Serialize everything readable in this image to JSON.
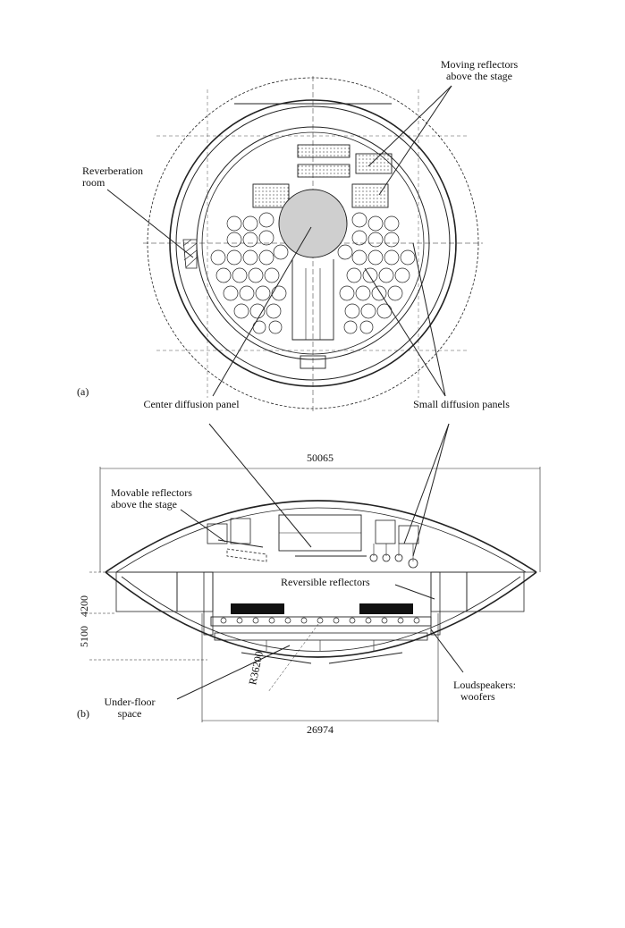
{
  "plan": {
    "part_label": "(a)",
    "labels": {
      "moving_reflectors_l1": "Moving reflectors",
      "moving_reflectors_l2": "above the stage",
      "reverberation_l1": "Reverberation",
      "reverberation_l2": "room",
      "center_diffusion": "Center diffusion panel",
      "small_diffusion": "Small diffusion panels"
    }
  },
  "section": {
    "part_label": "(b)",
    "dims": {
      "overall_width": "50065",
      "inner_width": "26974",
      "radius": "R36200",
      "h_upper": "4200",
      "h_lower": "5100"
    },
    "labels": {
      "movable_l1": "Movable reflectors",
      "movable_l2": "above the stage",
      "reversible": "Reversible reflectors",
      "under_floor_l1": "Under-floor",
      "under_floor_l2": "space",
      "loudspeakers_l1": "Loudspeakers:",
      "loudspeakers_l2": "woofers"
    }
  }
}
